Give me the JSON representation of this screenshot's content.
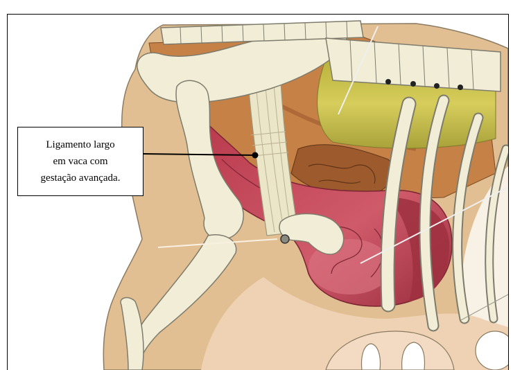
{
  "figure": {
    "callout": {
      "lines": [
        "Ligamento largo",
        "em vaca com",
        "gestação avançada."
      ]
    }
  },
  "colors": {
    "frame": "#000000",
    "skin": "#e2bf93",
    "bone": "#f2edd6",
    "uterus": "#c4475a",
    "rumen": "#cfc54f",
    "colon": "#c68146"
  }
}
